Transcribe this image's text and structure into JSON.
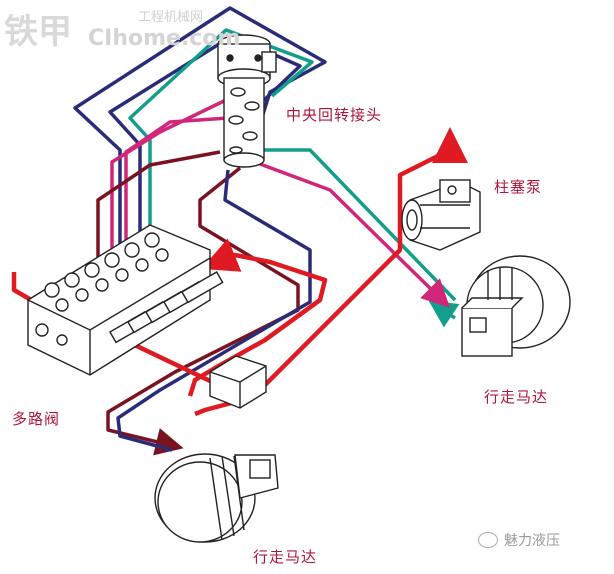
{
  "watermark": {
    "brand": "铁甲",
    "site_cn": "工程机械网",
    "site_url": "CIhome.com"
  },
  "labels": {
    "rotary_joint": "中央回转接头",
    "piston_pump": "柱塞泵",
    "travel_motor_right": "行走马达",
    "multi_valve": "多路阀",
    "travel_motor_bottom": "行走马达"
  },
  "footer": {
    "account": "魅力液压"
  },
  "colors": {
    "pressure_line": "#e01a22",
    "return_line": "#7a1320",
    "teal_line": "#129e8a",
    "navy_line": "#2a2c78",
    "pink_line": "#d0277a",
    "label_text": "#b0153a",
    "component_outline": "#222222"
  }
}
